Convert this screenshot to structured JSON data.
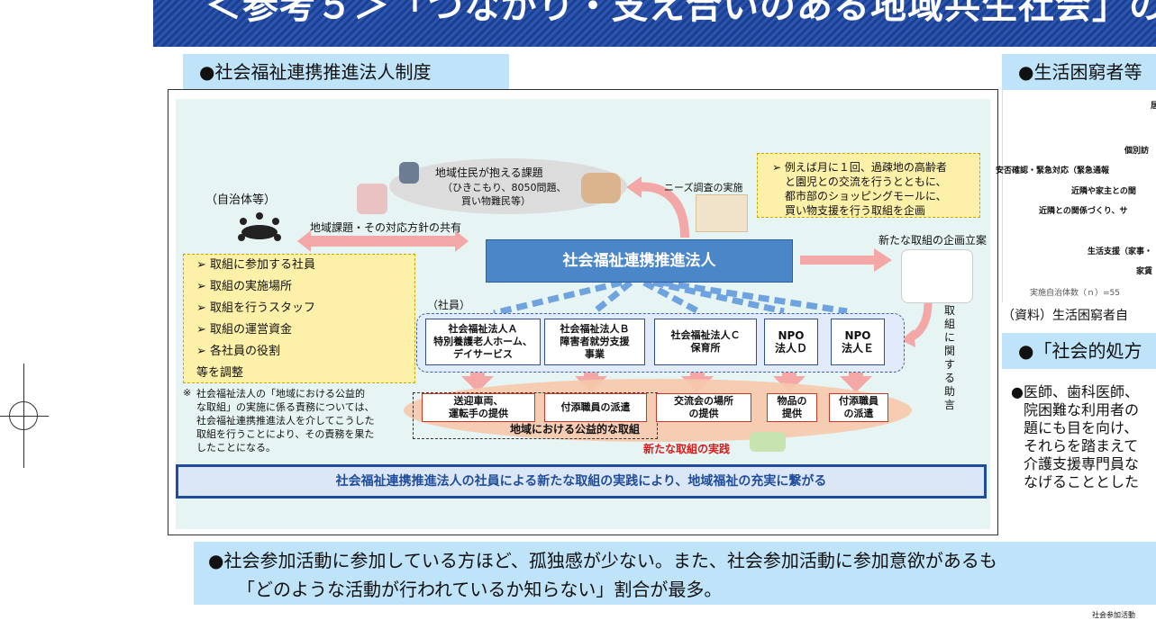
{
  "header": {
    "title": "＜参考５＞「つながり・支え合いのある地域共生社会」の"
  },
  "left_section": {
    "label": "●社会福祉連携推進法人制度"
  },
  "diagram": {
    "local_gov": "（自治体等）",
    "share_label": "地域課題・その対応方針の共有",
    "issues_title": "地域住民が抱える課題",
    "issues_line1": "（ひきこもり、8050問題、",
    "issues_line2": "買い物難民等）",
    "needs_survey": "ニーズ調査の実施",
    "example_line1": "➢ 例えば月に１回、過疎地の高齢者",
    "example_line2": "と園児との交流を行うとともに、",
    "example_line3": "都市部のショッピングモールに、",
    "example_line4": "買い物支援を行う取組を企画",
    "new_plan": "新たな取組の企画立案",
    "hub": "社会福祉連携推進法人",
    "coordination_items": [
      "➢ 取組に参加する社員",
      "➢ 取組の実施場所",
      "➢ 取組を行うスタッフ",
      "➢ 取組の運営資金",
      "➢ 各社員の役割",
      "等を調整"
    ],
    "note_mark": "※",
    "note_lines": [
      "社会福祉法人の「地域における公益的",
      "な取組」の実施に係る責務については、",
      "社会福祉連携推進法人を介してこうした",
      "取組を行うことにより、その責務を果た",
      "したことになる。"
    ],
    "members_label": "（社員）",
    "members": [
      {
        "line1": "社会福祉法人Ａ",
        "line2": "特別養護老人ホーム、",
        "line3": "デイサービス"
      },
      {
        "line1": "社会福祉法人Ｂ",
        "line2": "障害者就労支援",
        "line3": "事業"
      },
      {
        "line1": "社会福祉法人Ｃ",
        "line2": "保育所",
        "line3": ""
      },
      {
        "line1": "NPO",
        "line2": "法人Ｄ",
        "line3": ""
      },
      {
        "line1": "NPO",
        "line2": "法人Ｅ",
        "line3": ""
      }
    ],
    "activities": [
      {
        "line1": "送迎車両、",
        "line2": "運転手の提供"
      },
      {
        "line1": "付添職員の派遣",
        "line2": ""
      },
      {
        "line1": "交流会の場所",
        "line2": "の提供"
      },
      {
        "line1": "物品の",
        "line2": "提供"
      },
      {
        "line1": "付添職員",
        "line2": "の派遣"
      }
    ],
    "public_interest": "地域における公益的な取組",
    "new_practice": "新たな取組の実践",
    "advice": "取組に関する助言",
    "banner": "社会福祉連携推進法人の社員による新たな取組の実践により、地域福祉の充実に繋がる"
  },
  "right_top": {
    "label": "●生活困窮者等",
    "chart_rows": [
      "居",
      "個別訪",
      "安否確認・緊急対応（緊急通報",
      "近隣や家主との間",
      "近隣との関係づくり、サ",
      "生活支援（家事・",
      "家賃"
    ],
    "n_label": "実施自治体数（ｎ）=55",
    "source": "（資料）生活困窮者自"
  },
  "right_bottom": {
    "label": "●「社会的処方",
    "lines": [
      "●医師、歯科医師、",
      "院困難な利用者の",
      "題にも目を向け、",
      "それらを踏まえて",
      "介護支援専門員な",
      "なげることとした"
    ]
  },
  "bottom": {
    "line1": "●社会参加活動に参加している方ほど、孤独感が少ない。また、社会参加活動に参加意欲があるも",
    "line2": "「どのような活動が行われているか知らない」割合が最多。",
    "footnote": "社会参加活動"
  },
  "colors": {
    "header": "#1d3f8f",
    "label_bg": "#bfe3f8",
    "hub": "#4a86c8",
    "banner_border": "#1f4d9b",
    "arrow": "#f4a7a7"
  }
}
